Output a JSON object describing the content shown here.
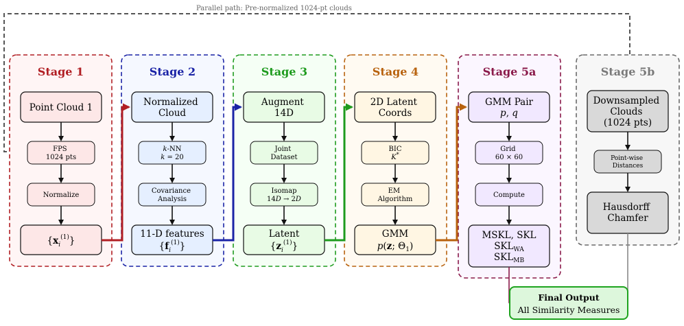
{
  "parallel_path_label": "Parallel path: Pre-normalized 1024-pt clouds",
  "colors": {
    "stage1": "#b11f24",
    "stage2": "#1a23a6",
    "stage3": "#1e9b1e",
    "stage4": "#b8620e",
    "stage5a": "#8a1a4a",
    "stage5b": "#7a7a7a",
    "final_border": "#1ea31e",
    "final_fill": "#ddf7dc"
  },
  "stages": [
    {
      "id": "stage1",
      "title": "Stage 1",
      "top": "Point Cloud 1",
      "mid1": [
        "FPS",
        "1024 pts"
      ],
      "mid2": [
        "Normalize"
      ],
      "bottom": "{x_i^(1)}"
    },
    {
      "id": "stage2",
      "title": "Stage 2",
      "top": [
        "Normalized",
        "Cloud"
      ],
      "mid1": [
        "k-NN",
        "k = 20"
      ],
      "mid2": [
        "Covariance",
        "Analysis"
      ],
      "bottom": [
        "11-D features",
        "{f_i^(1)}"
      ]
    },
    {
      "id": "stage3",
      "title": "Stage 3",
      "top": [
        "Augment",
        "14D"
      ],
      "mid1": [
        "Joint",
        "Dataset"
      ],
      "mid2": [
        "Isomap",
        "14D → 2D"
      ],
      "bottom": [
        "Latent",
        "{z_i^(1)}"
      ]
    },
    {
      "id": "stage4",
      "title": "Stage 4",
      "top": [
        "2D Latent",
        "Coords"
      ],
      "mid1": [
        "BIC",
        "K*"
      ],
      "mid2": [
        "EM",
        "Algorithm"
      ],
      "bottom": [
        "GMM",
        "p(z; Θ1)"
      ]
    },
    {
      "id": "stage5a",
      "title": "Stage 5a",
      "top": [
        "GMM Pair",
        "p, q"
      ],
      "mid1": [
        "Grid",
        "60 × 60"
      ],
      "mid2": [
        "Compute"
      ],
      "bottom": [
        "MSKL, SKL",
        "SKL_WA",
        "SKL_MB"
      ]
    },
    {
      "id": "stage5b",
      "title": "Stage 5b",
      "top": [
        "Downsampled",
        "Clouds",
        "(1024 pts)"
      ],
      "mid1": [
        "Point-wise",
        "Distances"
      ],
      "bottom": [
        "Hausdorff",
        "Chamfer"
      ]
    }
  ],
  "final": {
    "title": "Final Output",
    "subtitle": "All Similarity Measures"
  }
}
